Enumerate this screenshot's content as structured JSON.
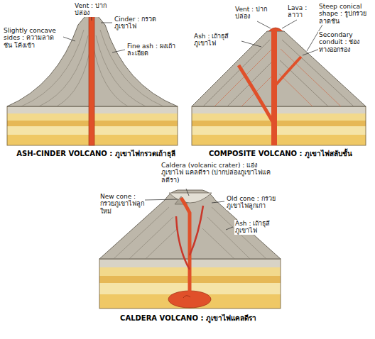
{
  "diagram": {
    "labels": [
      "Vent : ปากปล่อง",
      "Cinder : กรวดภูเขาไฟ",
      "Slightly concave sides : ความลาดชัน โค้งเข้า",
      "Fine ash : ผงเถ้าละเอียด",
      "ASH-CINDER VOLCANO : ภูเขาไฟกรวดเถ้าธุลี",
      "Vent : ปากปล่อง",
      "Lava : ลาวา",
      "Steep conical shape : รูปกรวยลาดชัน",
      "Ash : เถ้าธุลีภูเขาไฟ",
      "Secondary conduit : ช่องทางออกรอง",
      "COMPOSITE VOLCANO : ภูเขาไฟสลับชั้น",
      "Caldera (volcanic crater) : แอ่งภูเขาไฟ แคลดีรา (ปากปล่องภูเขาไฟแคลดีรา)",
      "New cone : กรวยภูเขาไฟลูกใหม่",
      "Old cone : กรวยภูเขาไฟลูกเก่า",
      "Ash : เถ้าธุลีภูเขาไฟ",
      "CALDERA VOLCANO : ภูเขาไฟแคลดีรา"
    ]
  }
}
